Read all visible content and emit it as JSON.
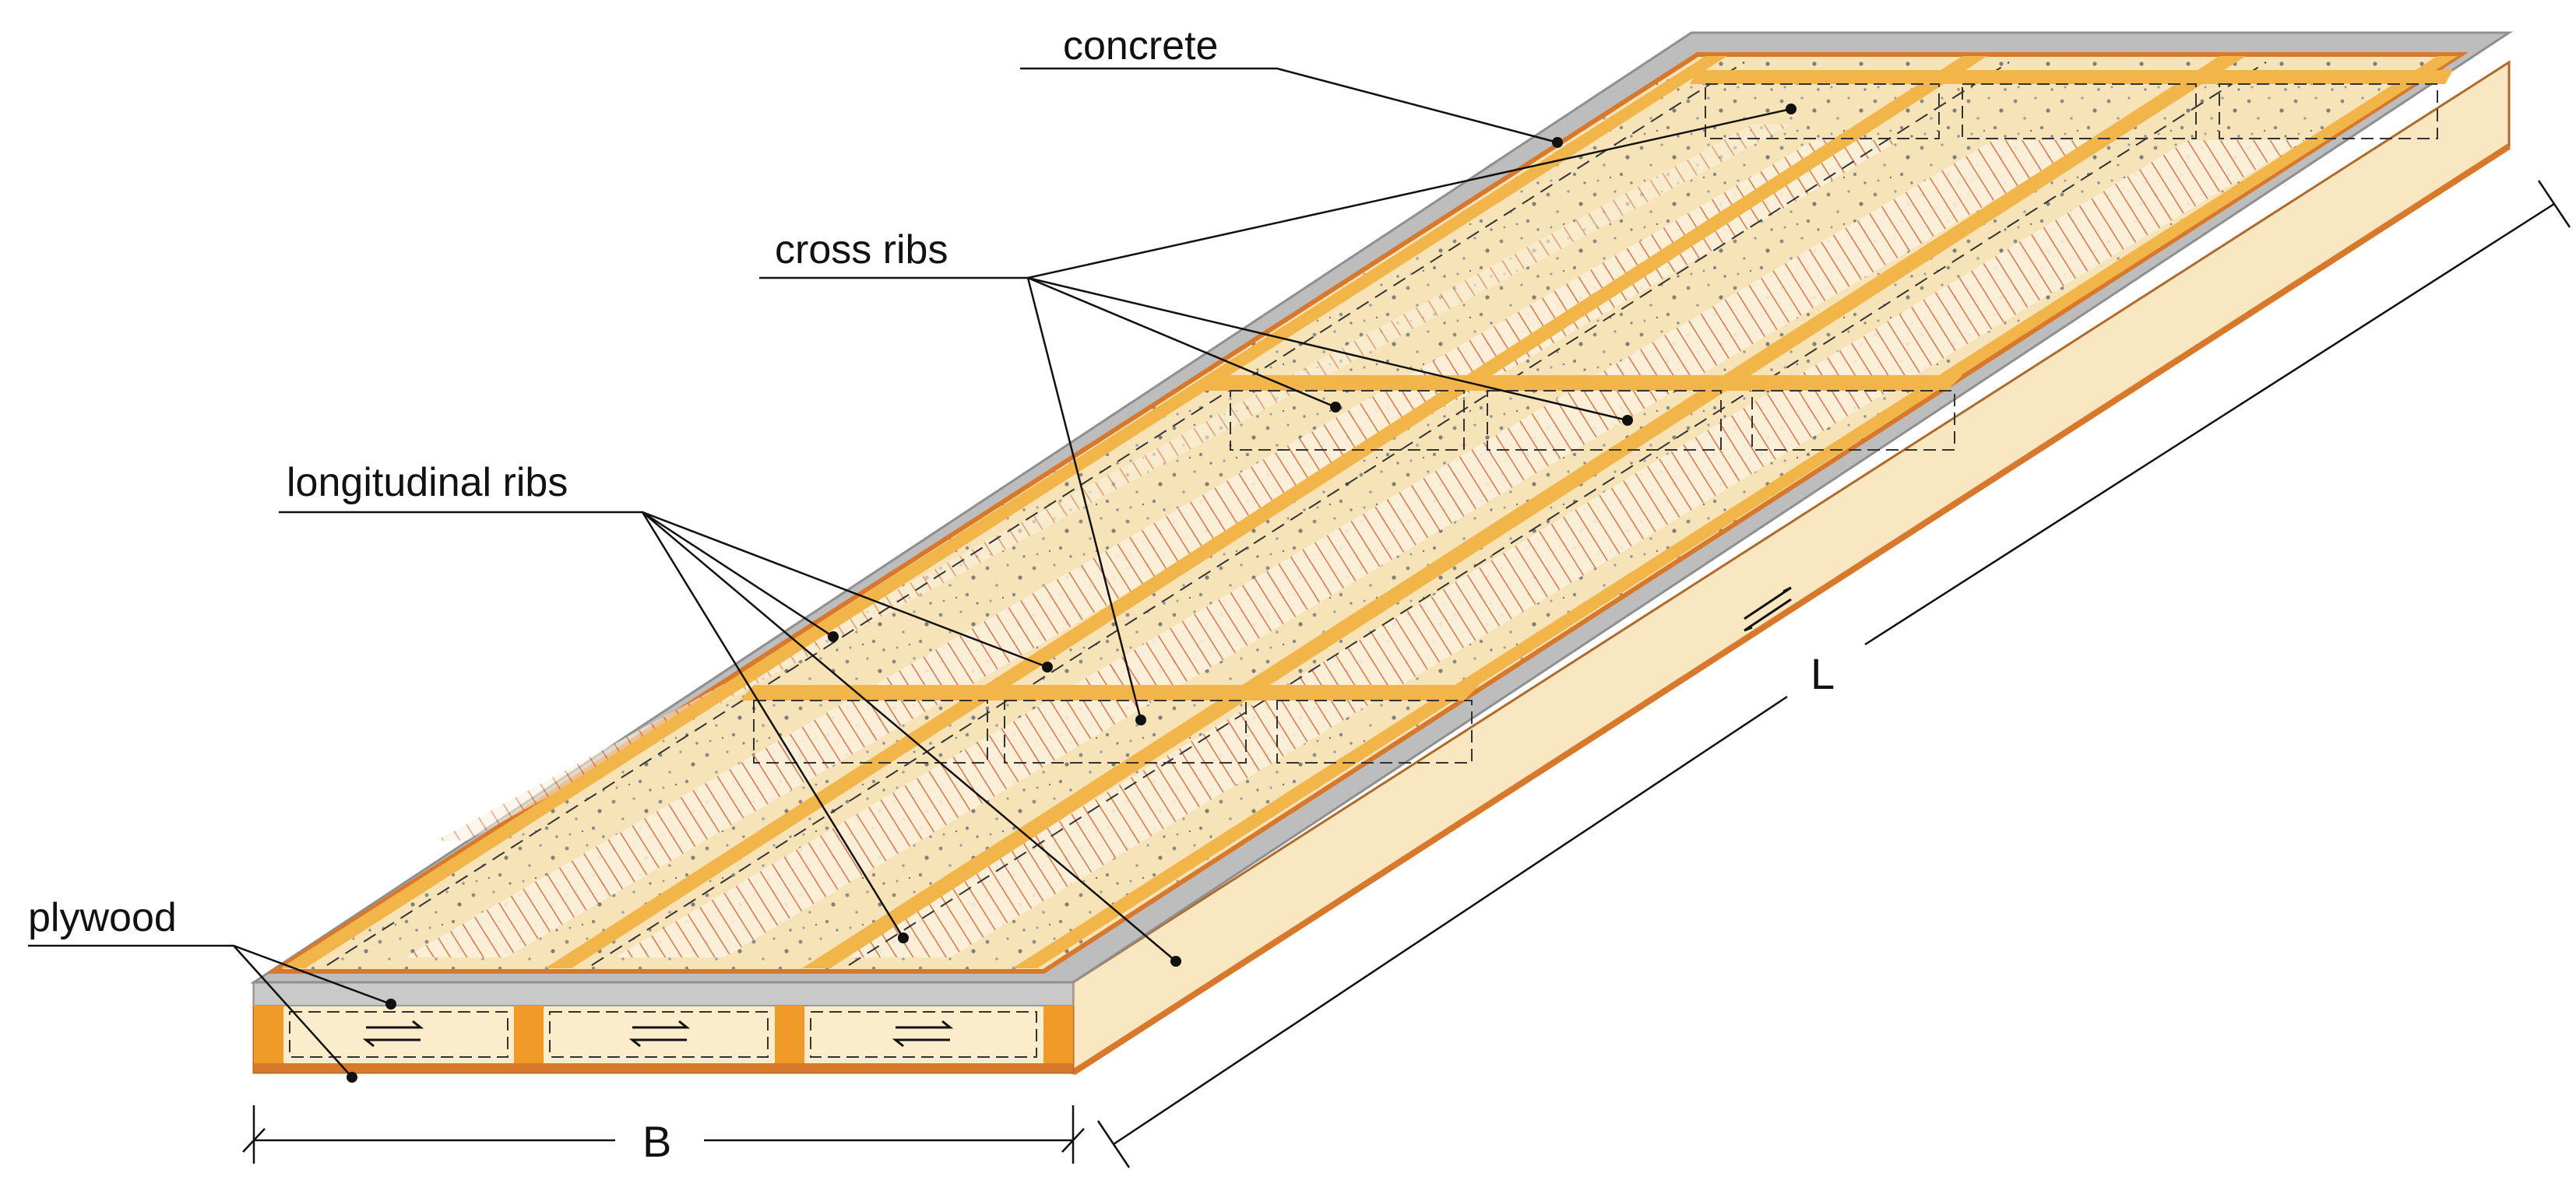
{
  "labels": {
    "concrete": "concrete",
    "cross_ribs": "cross ribs",
    "longitudinal_ribs": "longitudinal ribs",
    "plywood": "plywood"
  },
  "dimensions": {
    "length": "L",
    "width": "B"
  },
  "colors": {
    "concrete_top": "#f6e3b8",
    "concrete_edge": "#bdbdbd",
    "rib": "#f2b54a",
    "rib_dark": "#d8782a",
    "plywood_side": "#f8e7c1",
    "hatch": "#d9693f",
    "line": "#111111"
  }
}
